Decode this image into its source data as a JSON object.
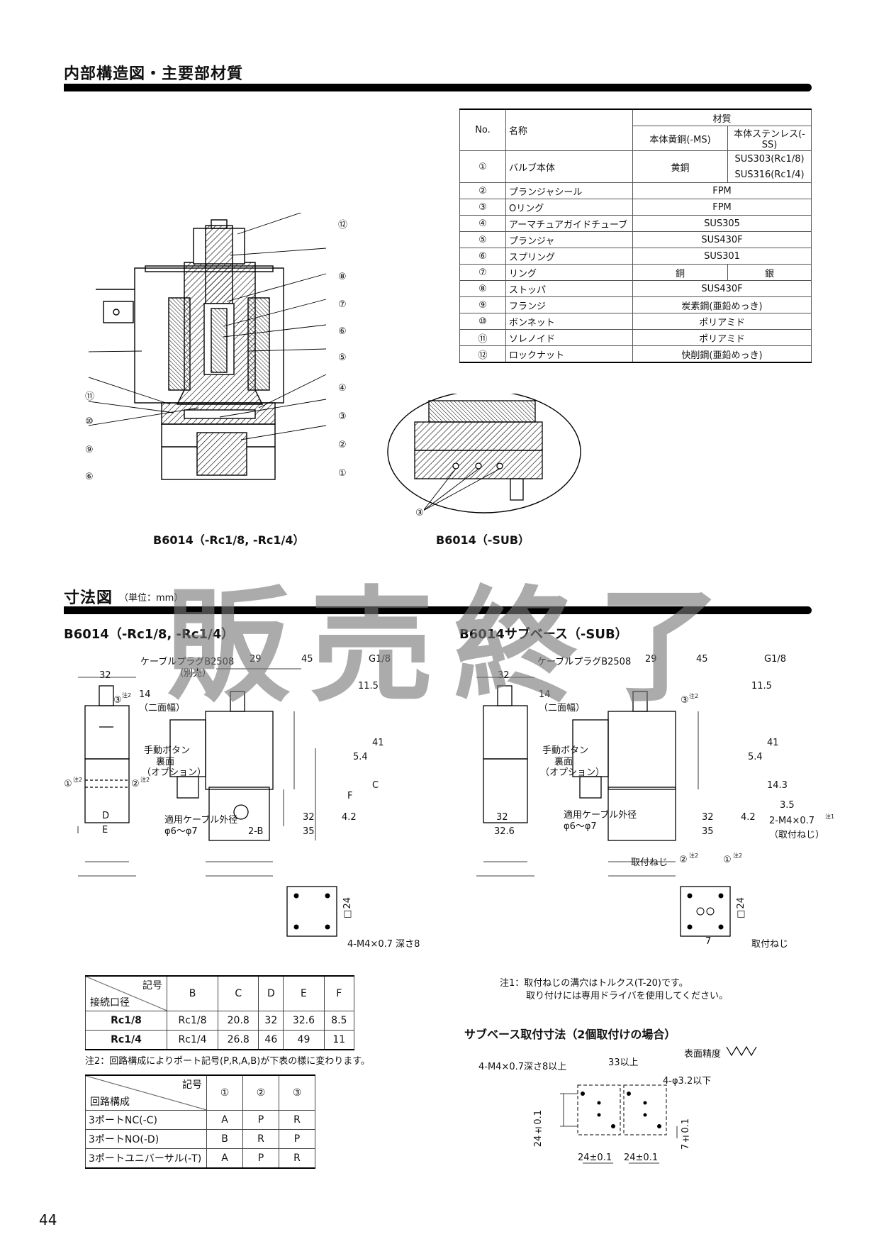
{
  "section1": {
    "title": "内部構造図・主要部材質"
  },
  "materials": {
    "header": {
      "no": "No.",
      "name": "名称",
      "material": "材質",
      "ms": "本体黄銅(-MS)",
      "ss": "本体ステンレス(-SS)"
    },
    "rows": [
      {
        "no": "①",
        "name": "バルブ本体",
        "ms": "黄銅",
        "ss1": "SUS303(Rc1/8)",
        "ss2": "SUS316(Rc1/4)"
      },
      {
        "no": "②",
        "name": "プランジャシール",
        "both": "FPM"
      },
      {
        "no": "③",
        "name": "Oリング",
        "both": "FPM"
      },
      {
        "no": "④",
        "name": "アーマチュアガイドチューブ",
        "both": "SUS305"
      },
      {
        "no": "⑤",
        "name": "プランジャ",
        "both": "SUS430F"
      },
      {
        "no": "⑥",
        "name": "スプリング",
        "both": "SUS301"
      },
      {
        "no": "⑦",
        "name": "リング",
        "ms": "銅",
        "ss": "銀"
      },
      {
        "no": "⑧",
        "name": "ストッパ",
        "both": "SUS430F"
      },
      {
        "no": "⑨",
        "name": "フランジ",
        "both": "炭素鋼(亜鉛めっき)"
      },
      {
        "no": "⑩",
        "name": "ボンネット",
        "both": "ポリアミド"
      },
      {
        "no": "⑪",
        "name": "ソレノイド",
        "both": "ポリアミド"
      },
      {
        "no": "⑫",
        "name": "ロックナット",
        "both": "快削鋼(亜鉛めっき)"
      }
    ]
  },
  "captions": {
    "left": "B6014（-Rc1/8, -Rc1/4）",
    "right": "B6014（-SUB）"
  },
  "section2": {
    "title": "寸法図",
    "unit": "（単位：mm）"
  },
  "watermark": "販売終了",
  "dim_left": {
    "title": "B6014（-Rc1/8, -Rc1/4）",
    "labels": {
      "cable_plug": "ケーブルプラグB2508",
      "separate": "（別売）",
      "d29": "29",
      "d45": "45",
      "g18": "G1/8",
      "d32": "32",
      "d14": "14",
      "flats": "（二面幅）",
      "c3": "③",
      "n2a": "注2",
      "d115": "11.5",
      "d41": "41",
      "d54": "5.4",
      "manual": "手動ボタン",
      "back": "裏面",
      "option": "（オプション）",
      "c1": "①",
      "c2": "②",
      "n2b": "注2",
      "n2c": "注2",
      "C": "C",
      "F": "F",
      "D": "D",
      "E": "E",
      "cable_od": "適用ケーブル外径",
      "cable_range": "φ6～φ7",
      "d2B": "2-B",
      "d32b": "32",
      "d35": "35",
      "d42": "4.2",
      "d24": "□24",
      "m4": "4-M4×0.7 深さ8"
    }
  },
  "dim_right": {
    "title": "B6014サブベース（-SUB）",
    "labels": {
      "cable_plug": "ケーブルプラグB2508",
      "d29": "29",
      "d45": "45",
      "g18": "G1/8",
      "d32": "32",
      "d14": "14",
      "flats": "（二面幅）",
      "c3": "③",
      "n2a": "注2",
      "d115": "11.5",
      "d41": "41",
      "d54": "5.4",
      "d143": "14.3",
      "manual": "手動ボタン",
      "back": "裏面",
      "option": "（オプション）",
      "cable_od": "適用ケーブル外径",
      "cable_range": "φ6～φ7",
      "d32b": "32",
      "d326": "32.6",
      "d32c": "32",
      "d35": "35",
      "d42": "4.2",
      "d35b": "3.5",
      "m4": "2-M4×0.7",
      "n1": "注1",
      "mount_screw_p": "（取付ねじ）",
      "mount_screw": "取付ねじ",
      "c2": "②",
      "c1": "①",
      "n2b": "注2",
      "n2c": "注2",
      "d24": "□24",
      "d7": "7"
    }
  },
  "dim_table": {
    "symbol": "記号",
    "port": "接続口径",
    "cols": [
      "B",
      "C",
      "D",
      "E",
      "F"
    ],
    "rows": [
      {
        "name": "Rc1/8",
        "vals": [
          "Rc1/8",
          "20.8",
          "32",
          "32.6",
          "8.5"
        ]
      },
      {
        "name": "Rc1/4",
        "vals": [
          "Rc1/4",
          "26.8",
          "46",
          "49",
          "11"
        ]
      }
    ]
  },
  "note2": "注2：回路構成によりポート記号(P,R,A,B)が下表の様に変わります。",
  "circuit_table": {
    "symbol": "記号",
    "config": "回路構成",
    "cols": [
      "①",
      "②",
      "③"
    ],
    "rows": [
      {
        "name": "3ポートNC(-C)",
        "vals": [
          "A",
          "P",
          "R"
        ]
      },
      {
        "name": "3ポートNO(-D)",
        "vals": [
          "B",
          "R",
          "P"
        ]
      },
      {
        "name": "3ポートユニバーサル(-T)",
        "vals": [
          "A",
          "P",
          "R"
        ]
      }
    ]
  },
  "note1": {
    "line1": "注1：取付ねじの溝穴はトルクス(T-20)です。",
    "line2": "取り付けには専用ドライバを使用してください。"
  },
  "subbase": {
    "title": "サブベース取付寸法（2個取付けの場合）",
    "surface": "表面精度",
    "labels": {
      "m4": "4-M4×0.7深さ8以上",
      "d33": "33以上",
      "phi": "4-φ3.2以下",
      "d24v": "24±0.1",
      "d7v": "7±0.1",
      "d24a": "24±0.1",
      "d24b": "24±0.1"
    }
  },
  "page_number": "44"
}
